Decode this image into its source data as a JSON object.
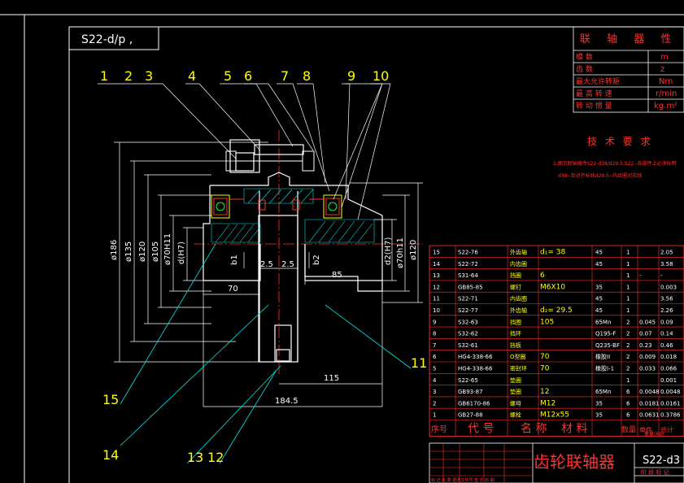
{
  "drawing": {
    "title_box_text": "S22-d/p ,",
    "part_number_callouts_top": [
      "1",
      "2",
      "3",
      "4",
      "5",
      "6",
      "7",
      "8",
      "9",
      "10"
    ],
    "part_number_callouts_bottom": [
      "11",
      "15",
      "14",
      "13",
      "12"
    ],
    "dimensions": {
      "d186": "ø186",
      "d135": "ø135",
      "d120": "ø120",
      "d105": "ø105",
      "d70": "ø70H11",
      "dH7": "d(H7)",
      "b1": "b1",
      "b2": "b2",
      "gap_left": "2.5",
      "gap_right": "2.5",
      "len_70": "70",
      "len_85": "85",
      "len_115": "115",
      "len_184": "184.5",
      "d2H7": "d2(H7)",
      "d70h11": "ø70h11",
      "d120r": "ø120"
    }
  },
  "params_table": {
    "header": "联 轴 器 性",
    "rows": [
      {
        "label": "模 数",
        "value": "m"
      },
      {
        "label": "齿 数",
        "value": "z"
      },
      {
        "label": "最大允许转矩",
        "value": "Nm"
      },
      {
        "label": "最 高 转 速",
        "value": "r/min"
      },
      {
        "label": "转 动 惯 量",
        "value": "kg.m²"
      }
    ]
  },
  "tech_requirements": {
    "title": "技 术 要 求",
    "line1": "1.图示联轴器件S22-d38/d29.5,S22--各部件上必须标明",
    "line2": "d38--及对齐标线d29.5--内齿圈对应线"
  },
  "bom": {
    "rows": [
      {
        "no": "15",
        "code": "S22-76",
        "name": "外齿轴",
        "spec": "d₁= 38",
        "material": "45",
        "qty": "1",
        "unit": "",
        "total": "2.05"
      },
      {
        "no": "14",
        "code": "S22-72",
        "name": "内齿圈",
        "spec": "",
        "material": "45",
        "qty": "1",
        "unit": "",
        "total": "3.58"
      },
      {
        "no": "13",
        "code": "S31-64",
        "name": "挡圈",
        "spec": "6",
        "material": "",
        "qty": "1",
        "unit": "-",
        "total": "-"
      },
      {
        "no": "12",
        "code": "GB85-85",
        "name": "螺钉",
        "spec": "M6X10",
        "material": "35",
        "qty": "1",
        "unit": "",
        "total": "0.003"
      },
      {
        "no": "11",
        "code": "S22-71",
        "name": "内齿圈",
        "spec": "",
        "material": "45",
        "qty": "1",
        "unit": "",
        "total": "3.56"
      },
      {
        "no": "10",
        "code": "S22-77",
        "name": "外齿轴",
        "spec": "d₂= 29.5",
        "material": "45",
        "qty": "1",
        "unit": "",
        "total": "2.26"
      },
      {
        "no": "9",
        "code": "S32-63",
        "name": "挡圈",
        "spec": "105",
        "material": "65Mn",
        "qty": "2",
        "unit": "0.045",
        "total": "0.09"
      },
      {
        "no": "8",
        "code": "S32-62",
        "name": "挡环",
        "spec": "",
        "material": "Q195-F",
        "qty": "2",
        "unit": "0.07",
        "total": "0.14"
      },
      {
        "no": "7",
        "code": "S32-61",
        "name": "挡板",
        "spec": "",
        "material": "Q235-BF",
        "qty": "2",
        "unit": "0.23",
        "total": "0.46"
      },
      {
        "no": "6",
        "code": "HG4-338-66",
        "name": "O型圈",
        "spec": "70",
        "material": "橡胶II",
        "qty": "2",
        "unit": "0.009",
        "total": "0.018"
      },
      {
        "no": "5",
        "code": "HG4-338-66",
        "name": "密封环",
        "spec": "70",
        "material": "橡胶I-1",
        "qty": "2",
        "unit": "0.033",
        "total": "0.066"
      },
      {
        "no": "4",
        "code": "S22-65",
        "name": "垫圈",
        "spec": "",
        "material": "",
        "qty": "1",
        "unit": "",
        "total": "0.001"
      },
      {
        "no": "3",
        "code": "GB93-87",
        "name": "垫圈",
        "spec": "12",
        "material": "65Mn",
        "qty": "6",
        "unit": "0.0048",
        "total": "0.0048"
      },
      {
        "no": "2",
        "code": "GB6170-86",
        "name": "螺母",
        "spec": "M12",
        "material": "35",
        "qty": "6",
        "unit": "0.0181",
        "total": "0.0161"
      },
      {
        "no": "1",
        "code": "GB27-88",
        "name": "螺栓",
        "spec": "M12x55",
        "material": "35",
        "qty": "6",
        "unit": "0.0631",
        "total": "0.3786"
      }
    ],
    "header": {
      "no": "序号",
      "code": "代 号",
      "name": "名 称",
      "material": "材 料",
      "qty": "数量",
      "unit": "单件",
      "total": "总计",
      "weight": "重量(kg)"
    }
  },
  "title_block": {
    "drawing_name": "齿轮联轴器",
    "drawing_code": "S22-d3",
    "footer_labels": "标 记 处 数 更改文件号 签 字 日 期",
    "stage_labels": "阶 段 标 记"
  },
  "colors": {
    "background": "#000000",
    "frame": "#ffffff",
    "table": "#ff3030",
    "text_red": "#ff3030",
    "drawing": "#ffffff",
    "dimension": "#ffffff",
    "callout": "#ffff00",
    "centerline": "#ff3030",
    "section": "#00e5e5",
    "leader": "#00e5e5"
  }
}
